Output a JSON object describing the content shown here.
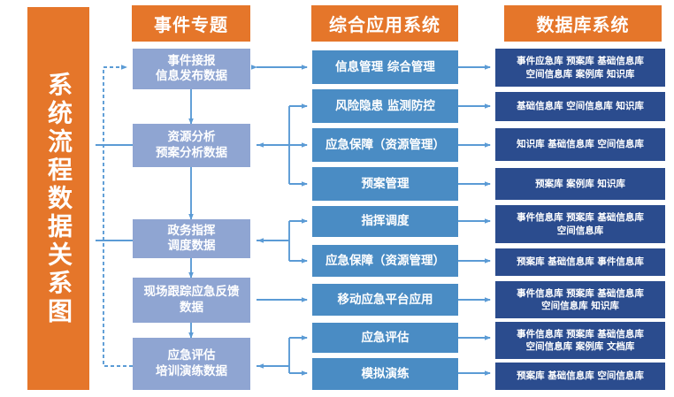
{
  "diagram": {
    "vertical_title": "系统流程数据关系图",
    "headers": [
      {
        "key": "event",
        "label": "事件专题"
      },
      {
        "key": "app",
        "label": "综合应用系统"
      },
      {
        "key": "db",
        "label": "数据库系统"
      }
    ],
    "event_boxes": [
      {
        "line1": "事件接报",
        "line2": "信息发布数据"
      },
      {
        "line1": "资源分析",
        "line2": "预案分析数据"
      },
      {
        "line1": "政务指挥",
        "line2": "调度数据"
      },
      {
        "line1": "现场跟踪应急反馈",
        "line2": "数据"
      },
      {
        "line1": "应急评估",
        "line2": "培训演练数据"
      }
    ],
    "app_boxes": [
      {
        "label": "信息管理  综合管理"
      },
      {
        "label": "风险隐患  监测防控"
      },
      {
        "label": "应急保障（资源管理）"
      },
      {
        "label": "预案管理"
      },
      {
        "label": "指挥调度"
      },
      {
        "label": "应急保障（资源管理）"
      },
      {
        "label": "移动应急平台应用"
      },
      {
        "label": "应急评估"
      },
      {
        "label": "模拟演练"
      }
    ],
    "db_boxes": [
      {
        "line1": "事件应急库  预案库  基础信息库",
        "line2": "空间信息库  案例库  知识库"
      },
      {
        "line1": "基础信息库  空间信息库  知识库",
        "line2": ""
      },
      {
        "line1": "知识库  基础信息库  空间信息库",
        "line2": ""
      },
      {
        "line1": "预案库  案例库  知识库",
        "line2": ""
      },
      {
        "line1": "事件信息库  预案库  基础信息库",
        "line2": "空间信息库"
      },
      {
        "line1": "预案库  基础信息库  事件信息库",
        "line2": ""
      },
      {
        "line1": "事件信息库  预案库  基础信息库",
        "line2": "空间信息库  知识库"
      },
      {
        "line1": "事件信息库  预案库  基础信息库",
        "line2": "空间信息库  案例库  文档库"
      },
      {
        "line1": "预案库  基础信息库  空间信息库",
        "line2": ""
      }
    ],
    "colors": {
      "orange": "#E5762A",
      "periwinkle": "#8FA5D2",
      "blue": "#4A8CC4",
      "navy": "#2B4C8E",
      "wire": "#5B9BD5"
    }
  }
}
